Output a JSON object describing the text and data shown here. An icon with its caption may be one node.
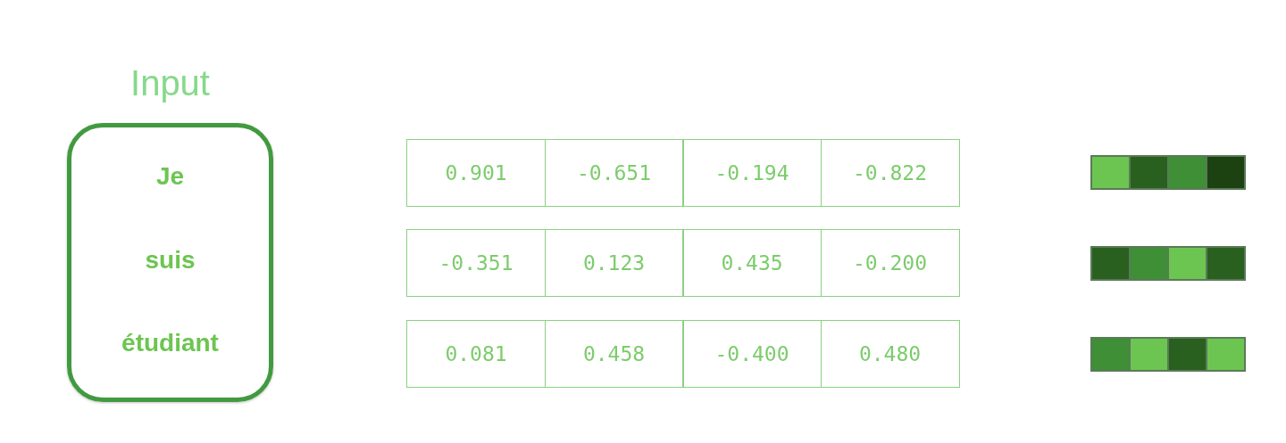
{
  "diagram": {
    "nodes": [
      {
        "text": [
          "Input",
          "Je",
          "suis",
          "étudiant"
        ]
      }
    ],
    "labels": [
      "0.901",
      "-0.651",
      "-0.194",
      "-0.822",
      "-0.351",
      "0.123",
      "0.435",
      "-0.200",
      "0.081",
      "0.458",
      "-0.400",
      "0.480"
    ]
  }
}
